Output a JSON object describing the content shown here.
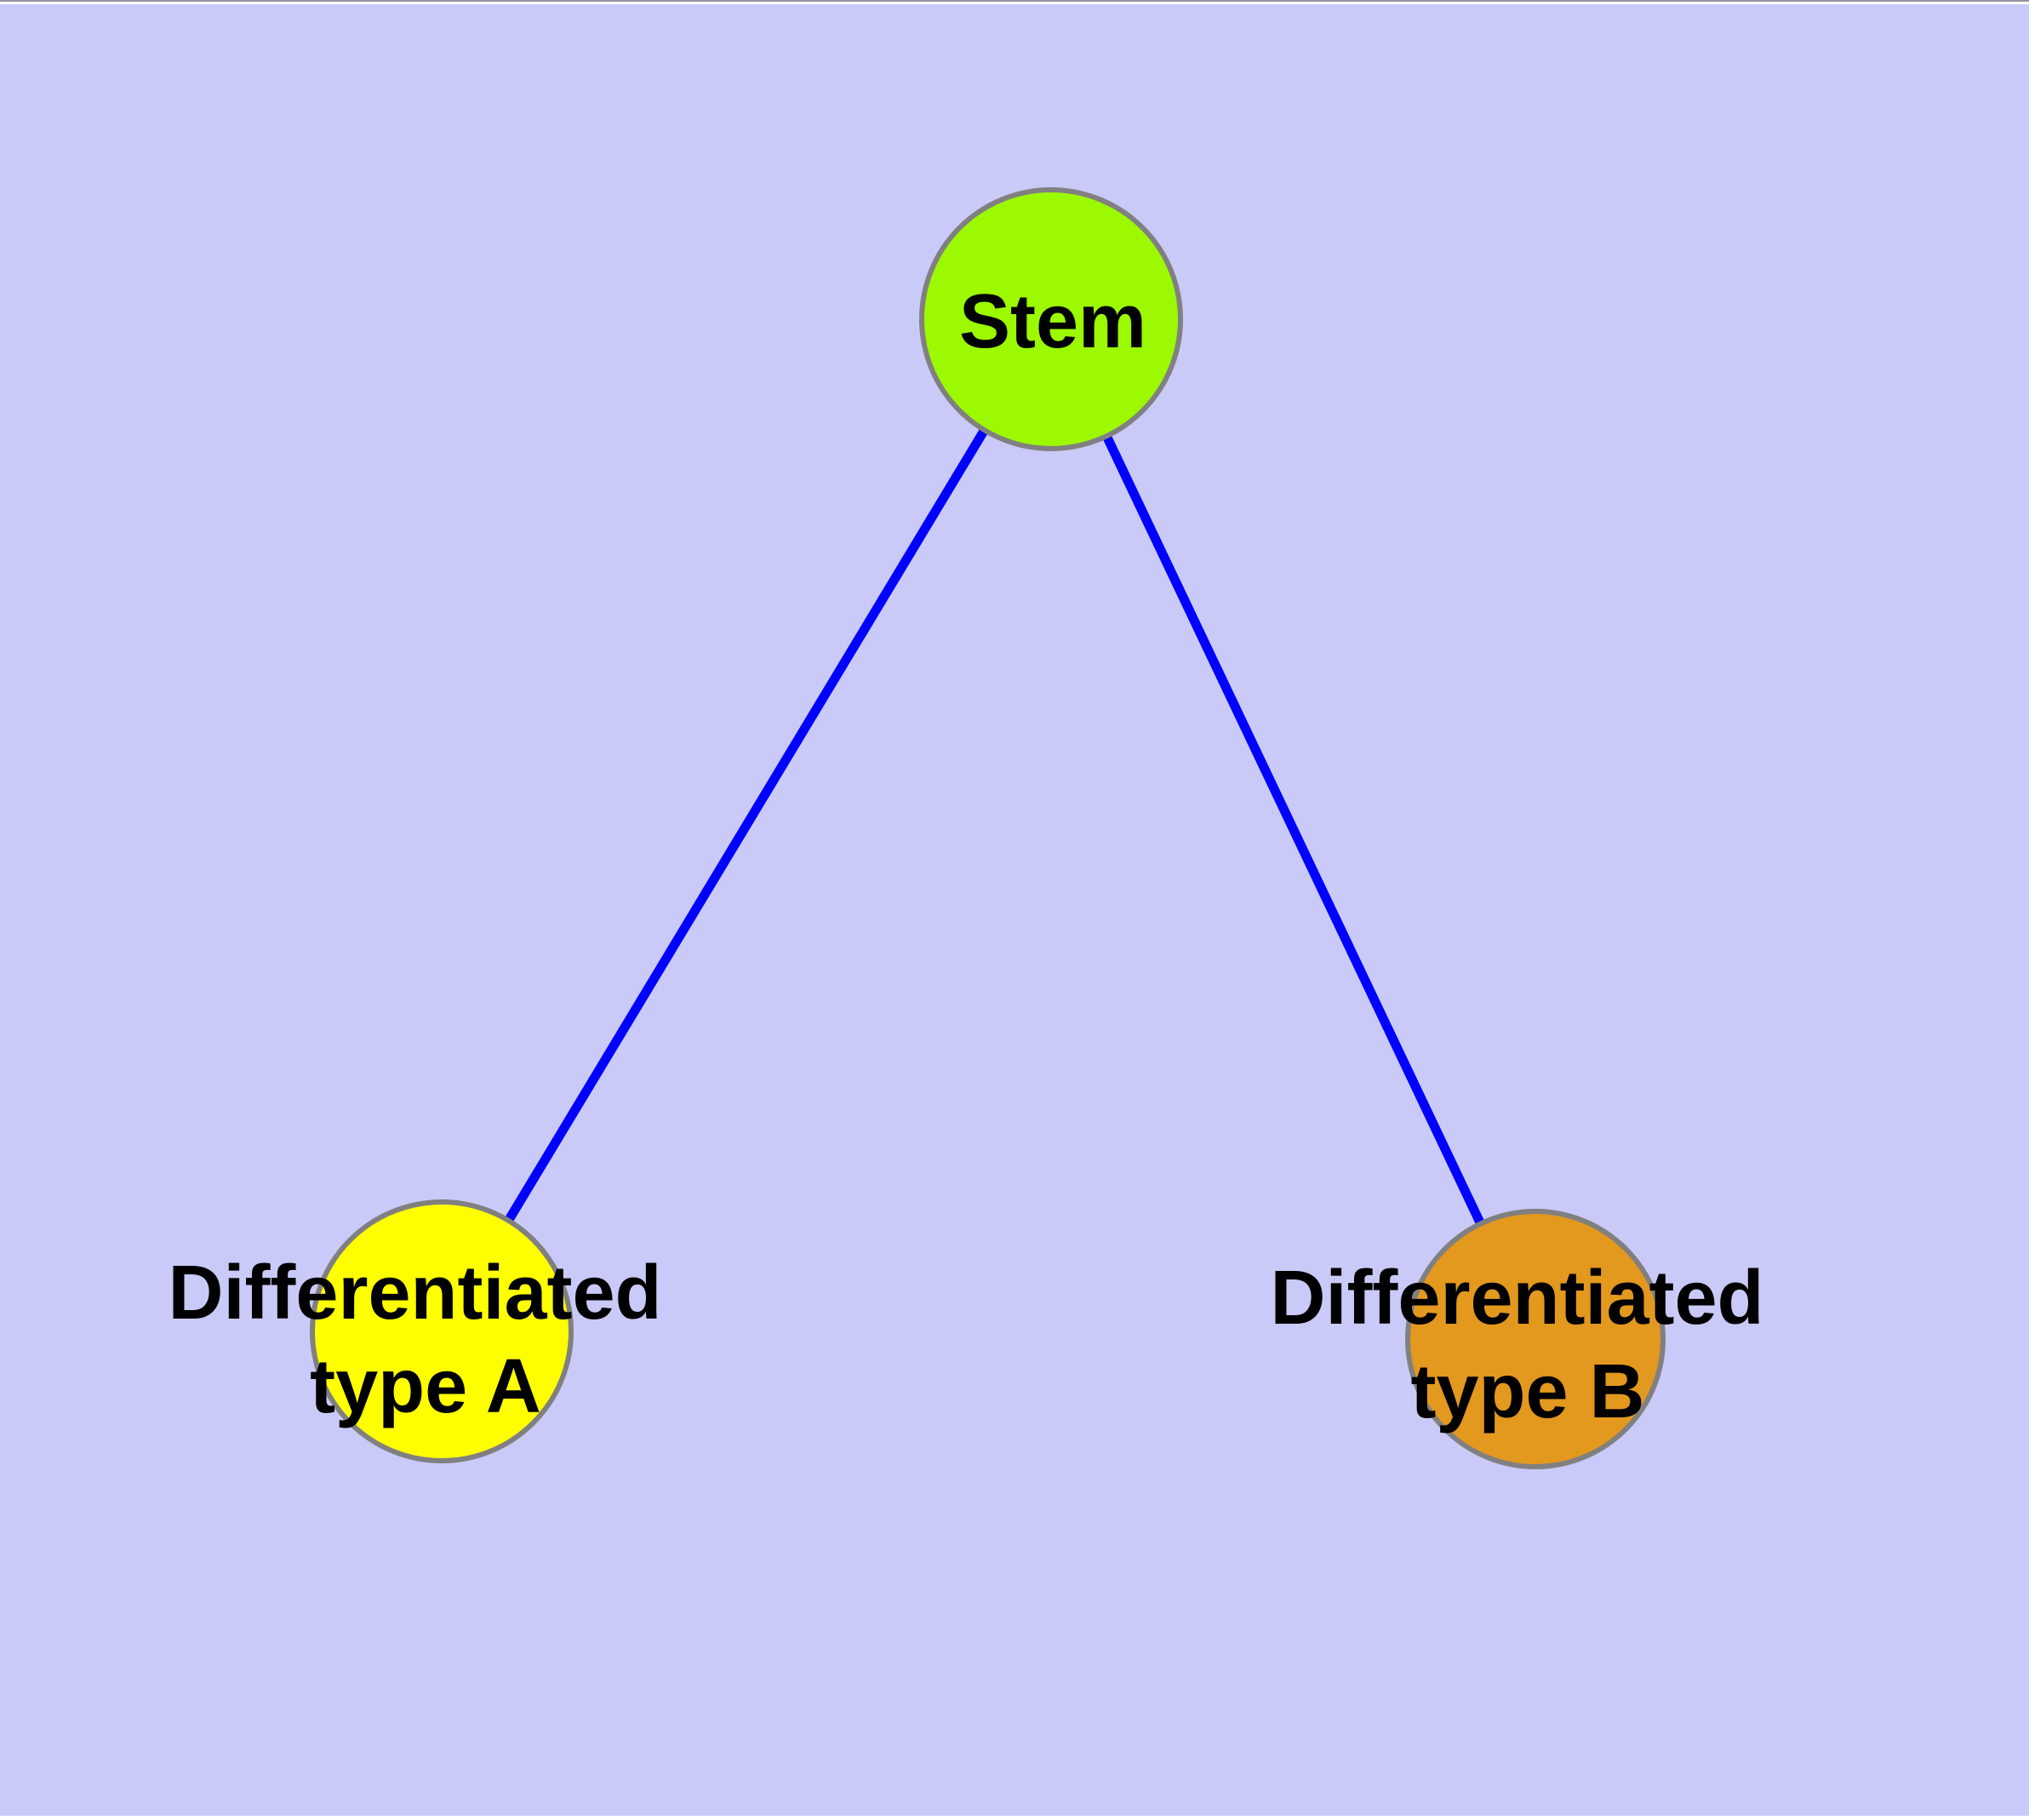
{
  "diagram": {
    "type": "node-link-graph",
    "background_color": "#CACAF8",
    "edge_color": "#0000FF",
    "node_border_color": "#808080",
    "text_color": "#000000",
    "nodes": [
      {
        "id": "stem",
        "label": "Stem",
        "label_lines": [
          "Stem"
        ],
        "color": "#9CF900"
      },
      {
        "id": "differentiated-type-a",
        "label": "Differentiated type A",
        "label_lines": [
          "Differentiated",
          "type A"
        ],
        "color": "#FFFF00"
      },
      {
        "id": "differentiated-type-b",
        "label": "Differentiated type B",
        "label_lines": [
          "Differentiated",
          "type B"
        ],
        "color": "#E3981E"
      }
    ],
    "edges": [
      {
        "source": "Stem",
        "target": "Differentiated type A"
      },
      {
        "source": "Stem",
        "target": "Differentiated type B"
      }
    ]
  }
}
